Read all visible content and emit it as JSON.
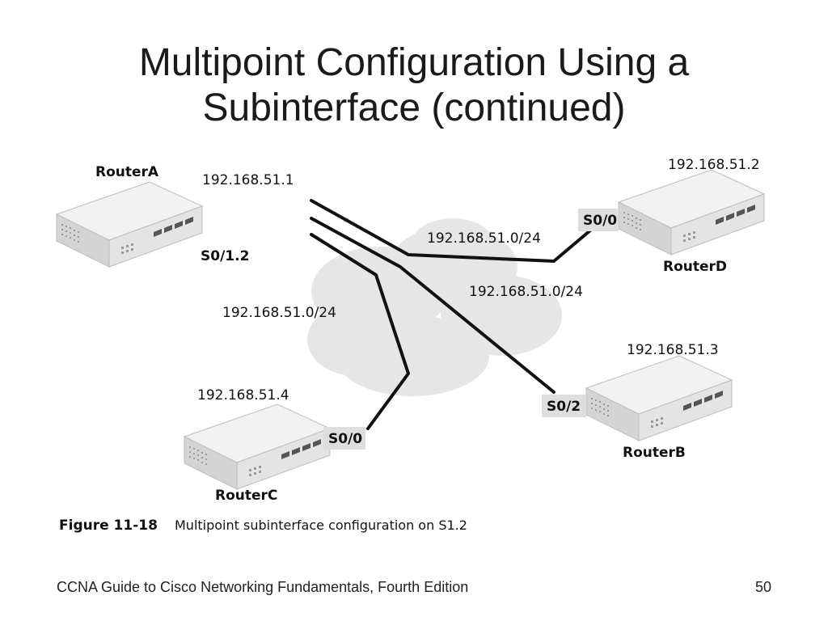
{
  "slide": {
    "title_line1": "Multipoint Configuration Using a",
    "title_line2": "Subinterface (continued)"
  },
  "diagram": {
    "routers": {
      "a": {
        "name": "RouterA",
        "ip": "192.168.51.1",
        "interface": "S0/1.2"
      },
      "b": {
        "name": "RouterB",
        "ip": "192.168.51.3",
        "interface": "S0/2"
      },
      "c": {
        "name": "RouterC",
        "ip": "192.168.51.4",
        "interface": "S0/0"
      },
      "d": {
        "name": "RouterD",
        "ip": "192.168.51.2",
        "interface": "S0/0"
      }
    },
    "links": {
      "to_d": "192.168.51.0/24",
      "to_b": "192.168.51.0/24",
      "to_c": "192.168.51.0/24"
    },
    "colors": {
      "router_face": "#e4e4e4",
      "router_top": "#f2f2f2",
      "router_side": "#c8c8c8",
      "cloud": "#e6e6e6",
      "link": "#111111",
      "label_bg": "#dedede"
    }
  },
  "caption": {
    "figure_number": "Figure 11-18",
    "text": "Multipoint subinterface configuration on S1.2"
  },
  "footer": {
    "book": "CCNA Guide to Cisco Networking Fundamentals, Fourth Edition",
    "page": "50"
  }
}
